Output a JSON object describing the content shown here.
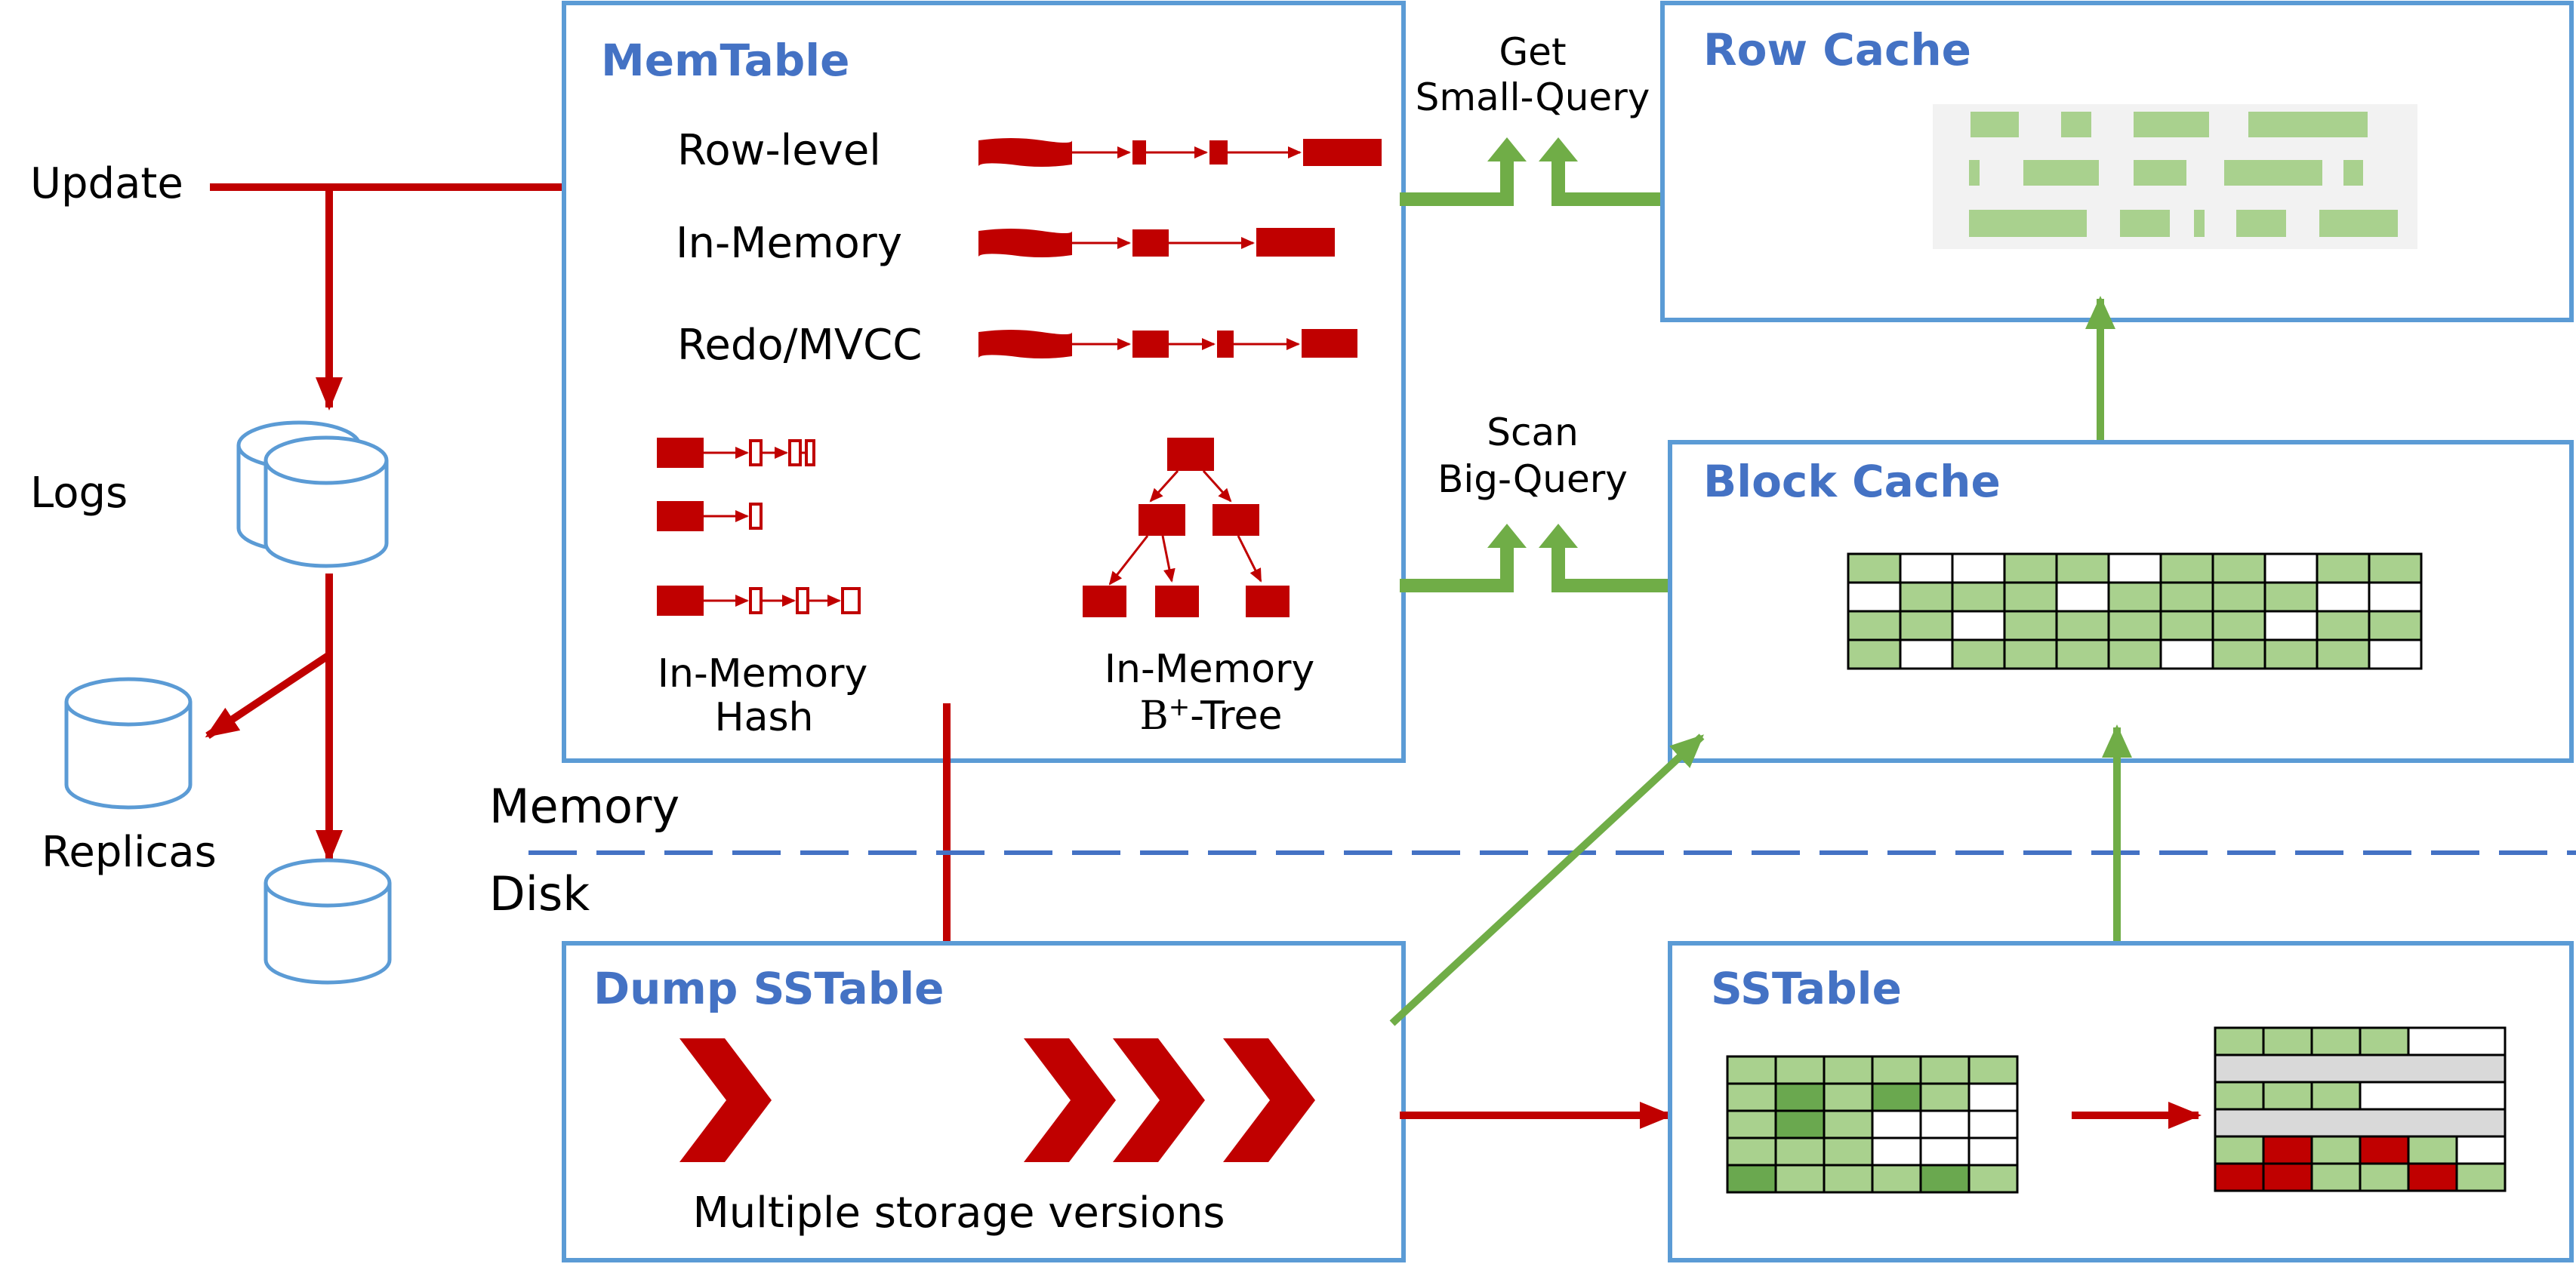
{
  "update_label": "Update",
  "logs_label": "Logs",
  "replicas_label": "Replicas",
  "memtable": {
    "title": "MemTable",
    "rows": [
      "Row-level",
      "In-Memory",
      "Redo/MVCC"
    ],
    "hash_label_line1": "In-Memory",
    "hash_label_line2": "Hash",
    "tree_label_line1": "In-Memory",
    "tree_label_line2_main": "B",
    "tree_label_line2_sup": "+",
    "tree_label_line2_rest": "-Tree"
  },
  "get_query": {
    "line1": "Get",
    "line2": "Small-Query"
  },
  "scan_query": {
    "line1": "Scan",
    "line2": "Big-Query"
  },
  "row_cache": {
    "title": "Row Cache"
  },
  "block_cache": {
    "title": "Block Cache"
  },
  "memory_label": "Memory",
  "disk_label": "Disk",
  "dump_sstable": {
    "title": "Dump SSTable",
    "caption": "Multiple storage versions"
  },
  "sstable": {
    "title": "SSTable"
  },
  "colors": {
    "red": "#c00000",
    "green": "#70ad47",
    "light_green": "#a9d18e",
    "dark_green": "#6aa84f",
    "box_border": "#5b9bd5",
    "title_blue": "#4472c4",
    "grey": "#d9d9d9",
    "row_cache_bg": "#f2f2f2"
  }
}
